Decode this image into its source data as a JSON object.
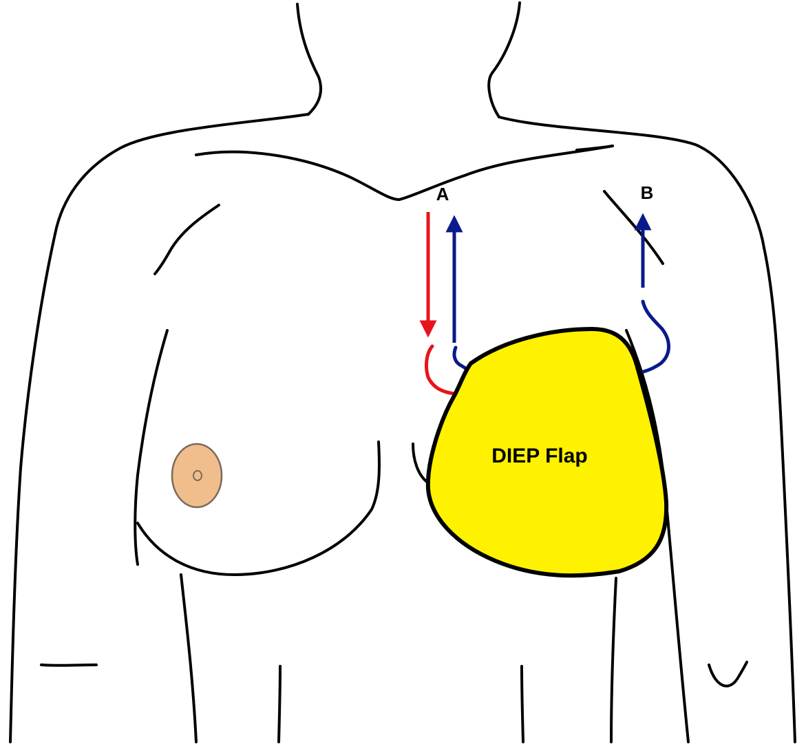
{
  "figure": {
    "flap_label": "DIEP Flap",
    "label_a": "A",
    "label_b": "B"
  },
  "colors": {
    "outline": "#000000",
    "flap_fill": "#FFF200",
    "artery": "#E8141B",
    "vein": "#0A1A8C",
    "areola": "#F0BE8C",
    "areola_outline": "#7A6A5A"
  }
}
